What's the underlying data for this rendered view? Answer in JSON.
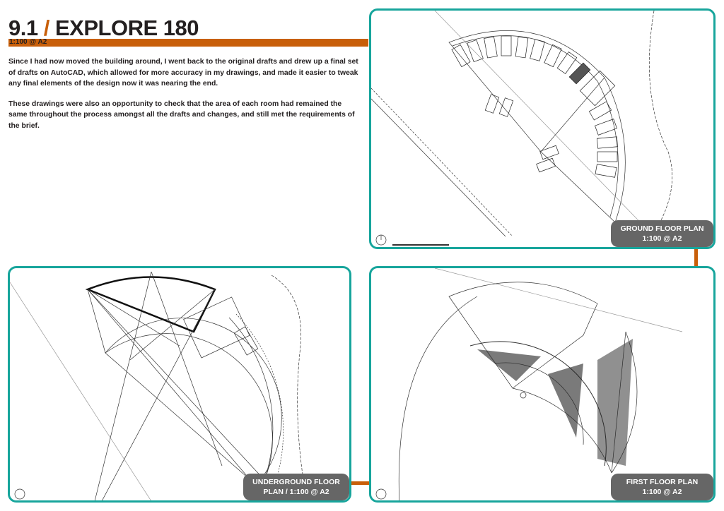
{
  "header": {
    "number": "9.1",
    "slash": "/",
    "title": "EXPLORE 180",
    "scale": "1:100 @ A2"
  },
  "body": {
    "paragraphs": [
      "Since I had now moved the building around, I went back to the original drafts and drew up a final set of drafts on AutoCAD, which allowed for more accuracy in my drawings, and made it easier to tweak any final elements of the design now it was nearing the end.",
      "These drawings were also an opportunity to check that the area of each room had remained the same throughout the process amongst all the drafts and changes, and still met the requirements of the brief."
    ]
  },
  "panels": {
    "ground": {
      "line1": "GROUND FLOOR PLAN",
      "line2": "1:100 @ A2"
    },
    "underground": {
      "line1": "UNDERGROUND FLOOR",
      "line2": "PLAN / 1:100 @ A2"
    },
    "first": {
      "line1": "FIRST FLOOR PLAN",
      "line2": "1:100 @ A2"
    }
  },
  "colors": {
    "accent": "#c85f0a",
    "frame": "#17a59c",
    "label_bg": "#666666"
  }
}
